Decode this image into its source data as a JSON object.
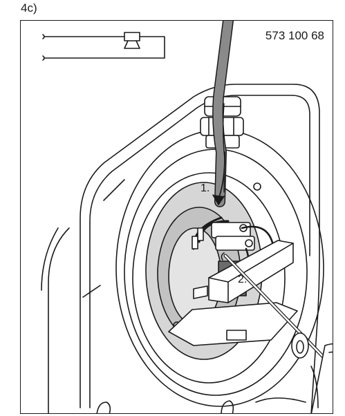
{
  "figure_label": "4c)",
  "part_number": "573 100 68",
  "steps": [
    "1.",
    "2."
  ],
  "colors": {
    "line": "#1a1a1a",
    "cable": "#8a8a8a",
    "gasket": "#bdbdbd",
    "background": "#ffffff"
  }
}
